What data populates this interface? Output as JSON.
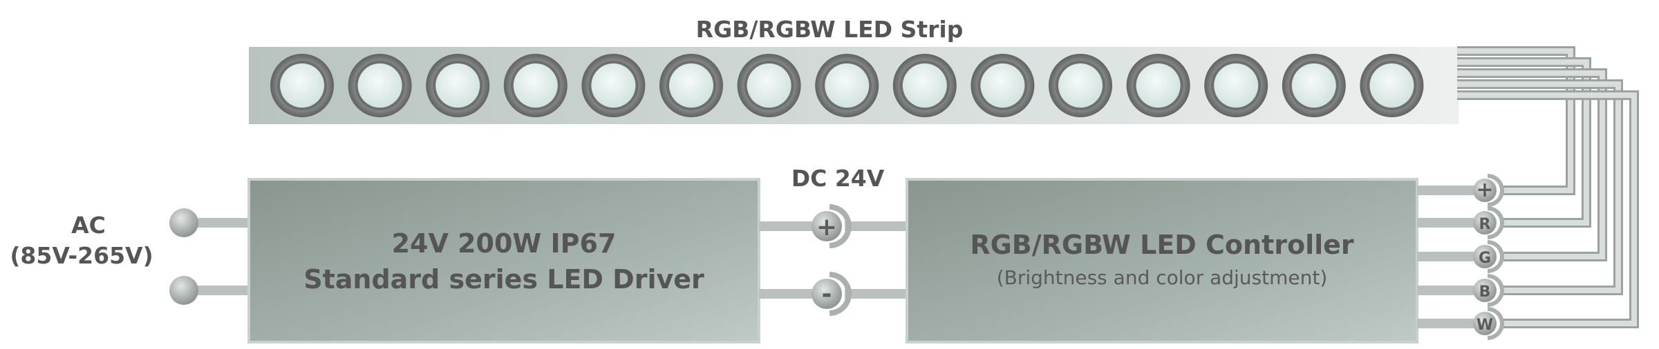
{
  "strip": {
    "title": "RGB/RGBW LED Strip",
    "led_count": 15
  },
  "ac_input": {
    "label": "AC",
    "range": "(85V-265V)"
  },
  "driver": {
    "line1": "24V 200W IP67",
    "line2": "Standard series LED Driver"
  },
  "dc_output": {
    "label": "DC 24V",
    "plus": "+",
    "minus": "-"
  },
  "controller": {
    "title": "RGB/RGBW LED Controller",
    "subtitle": "(Brightness and color adjustment)",
    "terminals": [
      "+",
      "R",
      "G",
      "B",
      "W"
    ]
  },
  "colors": {
    "box_dark": "#8a9893",
    "box_light": "#b8c4c0",
    "strip_dark": "#b9c4c0",
    "strip_light": "#e6ebe9",
    "wire": "#bcc3c0",
    "wire_edge": "#9aa3a0",
    "led_ring": "#7a7d7c",
    "led_inner": "#e8f1ef",
    "text": "#555555"
  }
}
